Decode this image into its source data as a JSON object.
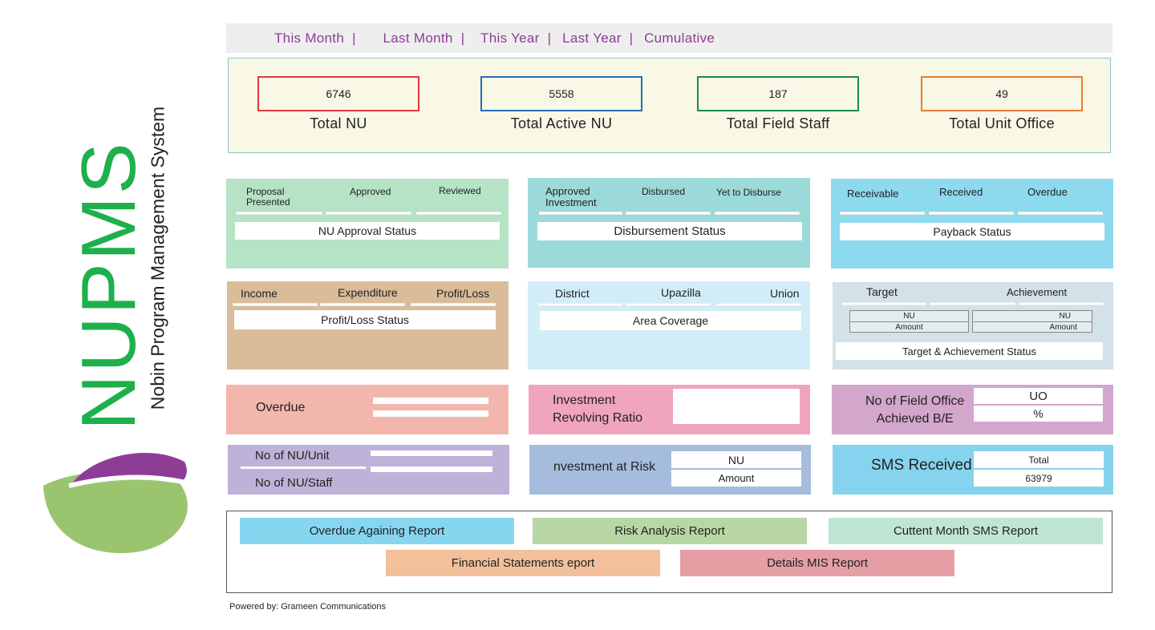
{
  "brand": {
    "logo_text": "NUPMS",
    "subtitle": "Nobin Program Management System"
  },
  "period_tabs": [
    "This Month",
    "Last Month",
    "This Year",
    "Last Year",
    "Cumulative"
  ],
  "period_separator": "|",
  "summary": [
    {
      "value": "6746",
      "label": "Total NU",
      "color": "#e03a3e"
    },
    {
      "value": "5558",
      "label": "Total Active NU",
      "color": "#1f6fb5"
    },
    {
      "value": "187",
      "label": "Total Field Staff",
      "color": "#1e8a4c"
    },
    {
      "value": "49",
      "label": "Total Unit Office",
      "color": "#e67e2e"
    }
  ],
  "cards": {
    "nu_approval": {
      "headers": [
        "Proposal Presented",
        "Approved",
        "Reviewed"
      ],
      "header_lines": [
        "Proposal",
        "Presented"
      ],
      "status": "NU Approval Status",
      "color": "#b6e2c6"
    },
    "disbursement": {
      "header_lines": [
        "Approved",
        "Investment"
      ],
      "headers": [
        "Approved Investment",
        "Disbursed",
        "Yet to Disburse"
      ],
      "status": "Disbursement Status",
      "color": "#9bdad8"
    },
    "payback": {
      "headers": [
        "Receivable",
        "Received",
        "Overdue"
      ],
      "status": "Payback Status",
      "color": "#8dd9ee"
    },
    "profit_loss": {
      "headers": [
        "Income",
        "Expenditure",
        "Profit/Loss"
      ],
      "status": "Profit/Loss Status",
      "color": "#d9bc9a"
    },
    "area": {
      "headers": [
        "District",
        "Upazilla",
        "Union"
      ],
      "status": "Area Coverage",
      "color": "#d2edf7"
    },
    "target": {
      "headers": [
        "Target",
        "Achievement"
      ],
      "mini": [
        "NU",
        "Amount"
      ],
      "status": "Target & Achievement Status",
      "color": "#d3e1e8"
    },
    "overdue": {
      "label": "Overdue",
      "color": "#f2b6ad"
    },
    "irr": {
      "label_lines": [
        "Investment",
        "Revolving Ratio"
      ],
      "color": "#f0a5bd"
    },
    "field_office": {
      "label_lines": [
        "No of Field Office",
        "Achieved B/E"
      ],
      "cells": [
        "UO",
        "%"
      ],
      "color": "#d3a6cc"
    },
    "nu_unit": {
      "label_lines": [
        "No of NU/Unit",
        "No of NU/Staff"
      ],
      "color": "#bdb2d7"
    },
    "risk": {
      "label": "nvestment at Risk",
      "cells": [
        "NU",
        "Amount"
      ],
      "color": "#a6bcdc"
    },
    "sms": {
      "label": "SMS Received",
      "cells": [
        "Total",
        "63979"
      ],
      "color": "#85d3ee"
    }
  },
  "reports": [
    {
      "label": "Overdue Againing Report",
      "color": "#86d6f0"
    },
    {
      "label": "Risk Analysis Report",
      "color": "#b9d6a5"
    },
    {
      "label": "Cuttent Month SMS Report",
      "color": "#bfe6d4"
    },
    {
      "label": "Financial Statements eport",
      "color": "#f2c09a"
    },
    {
      "label": "Details MIS Report",
      "color": "#e59ea4"
    }
  ],
  "footer": "Powered by: Grameen Communications"
}
